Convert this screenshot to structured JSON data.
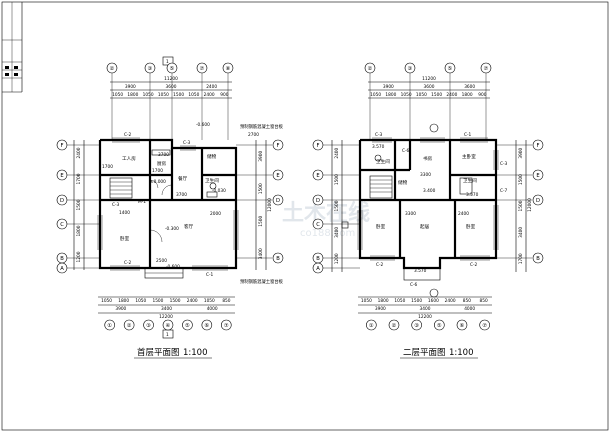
{
  "sheet": {
    "title_block_rows": [
      "",
      "",
      "",
      ""
    ],
    "watermark": "土木在线",
    "watermark_sub": "co188.com"
  },
  "plan_left": {
    "title": "首层平面图",
    "scale": "1:100",
    "grid_top": [
      "②",
      "③",
      "⑤",
      "⑦",
      "⑧"
    ],
    "grid_bottom": [
      "①",
      "②",
      "③",
      "④",
      "⑤",
      "⑥",
      "⑦"
    ],
    "grid_rows": [
      "F",
      "E",
      "D",
      "C",
      "B",
      "A"
    ],
    "dim_top_total": "11200",
    "dim_top_mid": [
      "3900",
      "3600",
      "2400"
    ],
    "dim_top_fine": [
      "1050",
      "1800",
      "1050",
      "1050",
      "1500",
      "1050",
      "2400",
      "900"
    ],
    "dim_bottom_fine": [
      "1050",
      "1800",
      "1050",
      "1500",
      "1500",
      "2400",
      "1050",
      "850"
    ],
    "dim_bottom_mid": [
      "3900",
      "3400",
      "4000"
    ],
    "dim_bottom_total": "12200",
    "dim_right": [
      "3900",
      "1500",
      "1500",
      "3400"
    ],
    "dim_right_total": "12000",
    "dim_left": [
      "2400",
      "1700",
      "1500",
      "1800",
      "1200"
    ],
    "section_mark": "1",
    "rooms": {
      "servant": "工人房",
      "kitchen": "厨房",
      "dining": "餐厅",
      "wc": "卫生间",
      "bedroom": "卧室",
      "living": "客厅",
      "storage": "储物"
    },
    "levels": [
      "-0.600",
      "±0.000",
      "-0.300",
      "-0.030",
      "-0.600"
    ],
    "window_tags": [
      "C-2",
      "C-3",
      "C-1",
      "C-3",
      "C-2",
      "M-1"
    ],
    "notes": [
      "预制钢筋混凝土窗台板",
      "2700",
      "预制钢筋混凝土窗台板"
    ],
    "inner_dims": [
      "3700",
      "1700",
      "1400",
      "3700",
      "2000",
      "1700",
      "2500"
    ]
  },
  "plan_right": {
    "title": "二层平面图",
    "scale": "1:100",
    "grid_top": [
      "②",
      "③",
      "⑤",
      "⑦"
    ],
    "grid_bottom": [
      "①",
      "②",
      "③",
      "⑤",
      "⑥",
      "⑦"
    ],
    "grid_rows": [
      "F",
      "E",
      "D",
      "C",
      "B",
      "A"
    ],
    "dim_top_total": "11200",
    "dim_top_mid": [
      "3900",
      "3600",
      "3600"
    ],
    "dim_top_fine": [
      "1050",
      "1800",
      "1050",
      "1050",
      "1500",
      "2400",
      "1800",
      "900"
    ],
    "dim_bottom_fine": [
      "1050",
      "1800",
      "1050",
      "1500",
      "1600",
      "2400",
      "850",
      "850"
    ],
    "dim_bottom_mid": [
      "3900",
      "3400",
      "4000"
    ],
    "dim_bottom_total": "12200",
    "dim_right": [
      "3900",
      "1500",
      "1500",
      "3400",
      "1700"
    ],
    "dim_right_total": "12000",
    "dim_left": [
      "2400",
      "1500",
      "1500",
      "3400",
      "1200"
    ],
    "rooms": {
      "bath": "卫生间",
      "study": "书房",
      "master": "主卧室",
      "storage": "储物",
      "wc2": "卫生间",
      "bedroom1": "卧室",
      "hall": "起居",
      "bedroom2": "卧室"
    },
    "levels": [
      "3.570",
      "3.400",
      "3.570",
      "3.570"
    ],
    "window_tags": [
      "C-3",
      "C-1",
      "C-6",
      "C-2",
      "C-7",
      "C-2",
      "C-6",
      "C-3"
    ],
    "inner_dims": [
      "3300",
      "2400",
      "3300"
    ]
  }
}
